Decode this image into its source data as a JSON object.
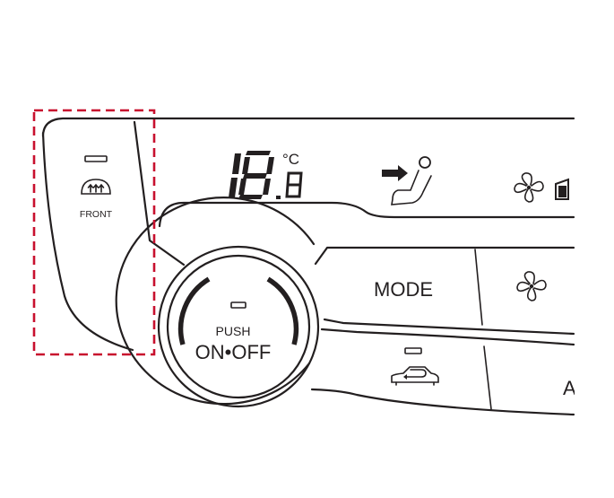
{
  "front_defrost": {
    "icon": "front-defroster-icon",
    "label": "FRONT"
  },
  "display": {
    "temperature_unit": "°C",
    "vent_mode_icon": "face-vent-airflow-icon",
    "fan_icon": "fan-icon",
    "fan_level_icon": "fan-level-bar-icon"
  },
  "knob": {
    "push_label": "PUSH",
    "power_label": "ON•OFF"
  },
  "buttons": {
    "mode_label": "MODE",
    "fan_icon": "fan-icon",
    "recirculation_icon": "air-recirculation-icon",
    "cut_off_label": "A"
  },
  "highlight": {
    "color": "#c8102e",
    "target": "front-defrost-button"
  },
  "colors": {
    "line": "#231f20",
    "background": "#ffffff"
  }
}
